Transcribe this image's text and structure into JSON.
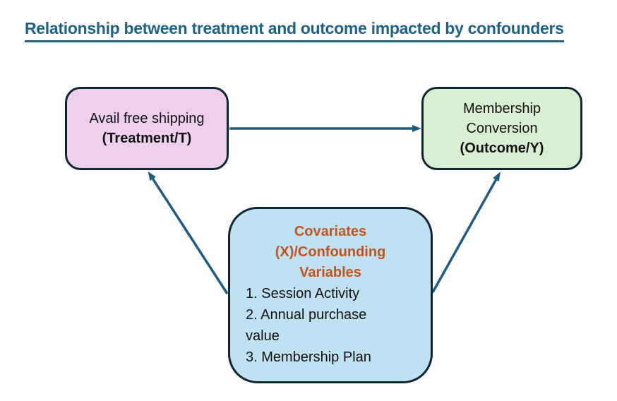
{
  "title": "Relationship between treatment and outcome impacted by confounders",
  "colors": {
    "title": "#1f6288",
    "border": "#0e2534",
    "arrow": "#1d5c80",
    "treatment_fill": "#eed0ee",
    "outcome_fill": "#d9efd2",
    "confounders_fill": "#c0e1f2",
    "heading_orange": "#c2531e",
    "text": "#111111",
    "bg": "#ffffff"
  },
  "nodes": {
    "treatment": {
      "line1": "Avail free shipping",
      "line2": "(Treatment/T)"
    },
    "outcome": {
      "line1": "Membership",
      "line2": "Conversion",
      "line3": "(Outcome/Y)"
    },
    "confounders": {
      "heading_lines": [
        "Covariates",
        "(X)/Confounding",
        "Variables"
      ],
      "items": [
        "1. Session Activity",
        "2. Annual purchase value",
        "3. Membership Plan"
      ]
    }
  },
  "edges": [
    {
      "name": "treatment-to-outcome"
    },
    {
      "name": "confounders-to-treatment"
    },
    {
      "name": "confounders-to-outcome"
    }
  ]
}
